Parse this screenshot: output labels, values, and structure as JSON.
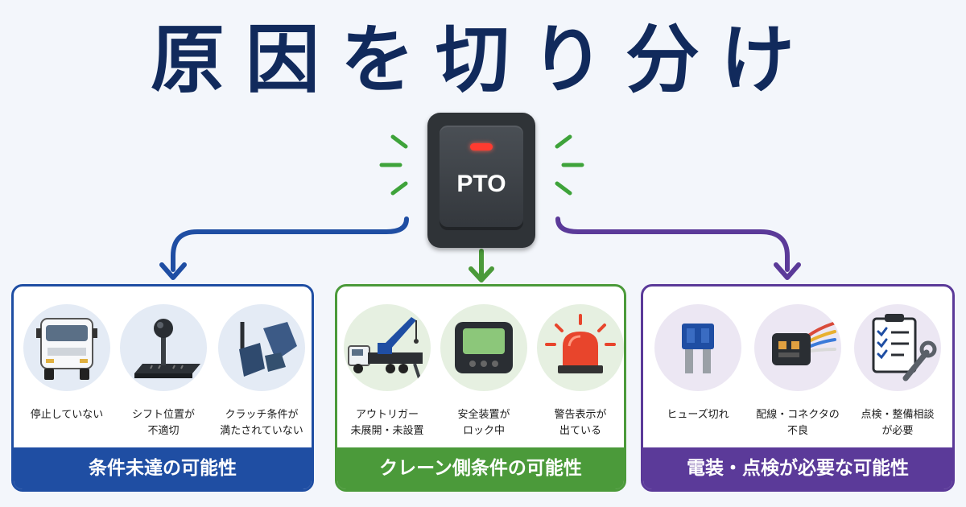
{
  "title": "原因を切り分け",
  "switch": {
    "label": "PTO"
  },
  "colors": {
    "navy": "#112a5c",
    "blue": "#1f4ea3",
    "green": "#4b9a3a",
    "purple": "#5b3a99",
    "spark": "#3ea33a"
  },
  "panels": [
    {
      "footer": "条件未達の可能性",
      "items": [
        {
          "label": "停止していない",
          "icon": "truck-icon"
        },
        {
          "label": "シフト位置が\n不適切",
          "icon": "shift-lever-icon"
        },
        {
          "label": "クラッチ条件が\n満たされていない",
          "icon": "clutch-pedal-icon"
        }
      ]
    },
    {
      "footer": "クレーン側条件の可能性",
      "items": [
        {
          "label": "アウトリガー\n未展開・未設置",
          "icon": "crane-truck-icon"
        },
        {
          "label": "安全装置が\nロック中",
          "icon": "safety-monitor-icon"
        },
        {
          "label": "警告表示が\n出ている",
          "icon": "warning-light-icon"
        }
      ]
    },
    {
      "footer": "電装・点検が必要な可能性",
      "items": [
        {
          "label": "ヒューズ切れ",
          "icon": "fuse-icon"
        },
        {
          "label": "配線・コネクタの\n不良",
          "icon": "connector-icon"
        },
        {
          "label": "点検・整備相談\nが必要",
          "icon": "checklist-wrench-icon"
        }
      ]
    }
  ]
}
